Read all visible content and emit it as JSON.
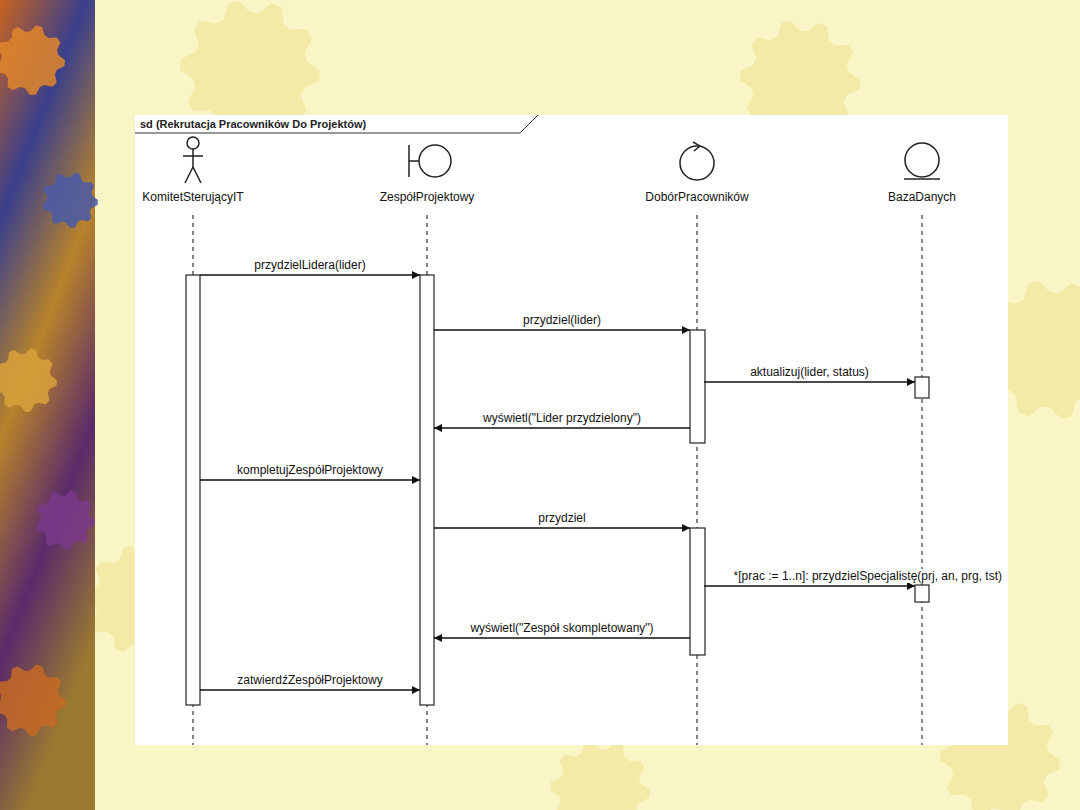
{
  "diagram": {
    "nodes": [
      {
        "text": [
          "KomitetSterującyIT"
        ]
      },
      {
        "text": [
          "ZespółProjektowy"
        ]
      },
      {
        "text": [
          "DobórPracowników"
        ]
      },
      {
        "text": [
          "BazaDanych"
        ]
      }
    ],
    "edges": [
      {
        "from": 0,
        "to": 1,
        "arrow": "to",
        "label": "przydzielLidera(lider)"
      },
      {
        "from": 1,
        "to": 2,
        "arrow": "to",
        "label": "przydziel(lider)"
      },
      {
        "from": 2,
        "to": 3,
        "arrow": "to",
        "label": "aktualizuj(lider, status)"
      },
      {
        "from": 2,
        "to": 1,
        "arrow": "to",
        "label": "wyświetl(\"Lider przydzielony\")"
      },
      {
        "from": 0,
        "to": 1,
        "arrow": "to",
        "label": "kompletujZespółProjektowy"
      },
      {
        "from": 1,
        "to": 2,
        "arrow": "to",
        "label": "przydziel"
      },
      {
        "from": 2,
        "to": 3,
        "arrow": "to",
        "label": "*[prac := 1..n]: przydzielSpecjalistę(prj, an, prg, tst)"
      },
      {
        "from": 2,
        "to": 1,
        "arrow": "to",
        "label": "wyświetl(\"Zespół skompletowany\")"
      },
      {
        "from": 0,
        "to": 1,
        "arrow": "to",
        "label": "zatwierdźZespółProjektowy"
      }
    ],
    "labels": [
      "sd (Rekrutacja Pracowników Do Projektów)"
    ]
  }
}
